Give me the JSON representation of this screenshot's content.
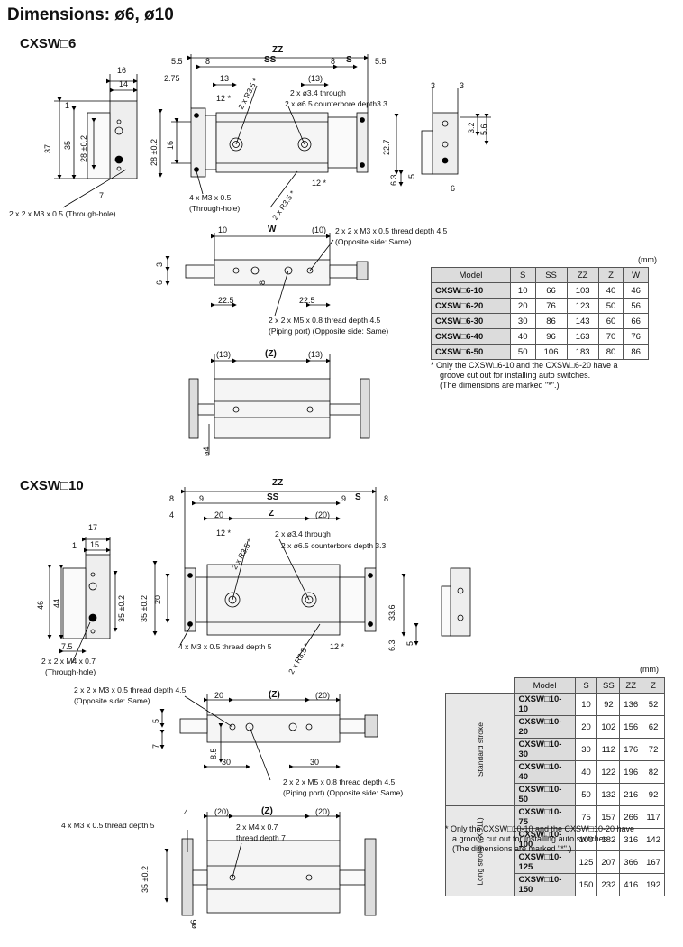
{
  "title": "Dimensions: ø6, ø10",
  "sections": {
    "s6": "CXSW□6",
    "s10": "CXSW□10"
  },
  "annotations6": {
    "zz": "ZZ",
    "ss": "SS",
    "s": "S",
    "d55a": "5.5",
    "d8a": "8",
    "d8b": "8",
    "d55b": "5.5",
    "d275": "2.75",
    "d13": "13",
    "d13p": "(13)",
    "d12s": "12 *",
    "r35a": "2 x R3.5 *",
    "thru": "2 x ø3.4 through",
    "cbore": "2 x ø6.5 counterbore depth3.3",
    "d16w": "16",
    "d14": "14",
    "d1": "1",
    "d37": "37",
    "d35": "35",
    "d28a": "28 ±0.2",
    "d28b": "28 ±0.2",
    "d16": "16",
    "d7": "7",
    "m3thru": "2 x 2 x M3 x 0.5 (Through-hole)",
    "m3x4": "4 x M3 x 0.5",
    "m3x4b": "(Through-hole)",
    "d12b": "12 *",
    "r35b": "2 x R3.5 *",
    "d3a": "3",
    "d3b": "3",
    "d32": "3.2",
    "d56": "5.6",
    "d227": "22.7",
    "d63": "6.3",
    "d5": "5",
    "d6": "6",
    "d10": "10",
    "w": "W",
    "d10p": "(10)",
    "thread45": "2 x 2 x M3 x 0.5 thread depth 4.5",
    "oppsame": "(Opposite side: Same)",
    "d3c": "3",
    "d6b": "6",
    "d8": "8",
    "d225a": "22.5",
    "d225b": "22.5",
    "m5": "2 x 2 x M5 x 0.8 thread depth 4.5",
    "piping": "(Piping port) (Opposite side: Same)",
    "d13c": "(13)",
    "zp": "(Z)",
    "d13d": "(13)",
    "phi4": "ø4"
  },
  "annotations10": {
    "zz": "ZZ",
    "d8a": "8",
    "d9a": "9",
    "ss": "SS",
    "d9b": "9",
    "s": "S",
    "d8b": "8",
    "d4": "4",
    "d20": "20",
    "z": "Z",
    "d20p": "(20)",
    "d17": "17",
    "d15": "15",
    "d1": "1",
    "d12s": "12 *",
    "r35a": "2 x R3.5 *",
    "thru": "2 x ø3.4 through",
    "cbore": "2 x ø6.5 counterbore depth 3.3",
    "d46": "46",
    "d44": "44",
    "d35a": "35 ±0.2",
    "d35b": "35 ±0.2",
    "d20v": "20",
    "d75": "7.5",
    "m4": "2 x 2 x M4 x 0.7",
    "m4b": "(Through-hole)",
    "m3d5": "4 x M3 x 0.5 thread depth 5",
    "r35b": "2 x R3.5 *",
    "d12b": "12 *",
    "d336": "33.6",
    "d63": "6.3",
    "d5": "5",
    "m3t": "2 x 2 x M3 x 0.5 thread depth 4.5",
    "opp": "(Opposite side: Same)",
    "d20c": "20",
    "zp": "(Z)",
    "d20d": "(20)",
    "d5b": "5",
    "d7": "7",
    "d85": "8.5",
    "d30a": "30",
    "d30b": "30",
    "m5": "2 x 2 x M5 x 0.8 thread depth 4.5",
    "piping": "(Piping port) (Opposite side: Same)",
    "m3d5b": "4 x M3 x 0.5 thread depth 5",
    "d4b": "4",
    "d20e": "(20)",
    "zp2": "(Z)",
    "d20f": "(20)",
    "m4c": "2 x M4 x 0.7",
    "m4d": "thread depth 7",
    "d35c": "35 ±0.2",
    "phi6": "ø6"
  },
  "table6": {
    "unit": "(mm)",
    "headers": [
      "Model",
      "S",
      "SS",
      "ZZ",
      "Z",
      "W"
    ],
    "rows": [
      [
        "CXSW□6-10",
        "10",
        "66",
        "103",
        "40",
        "46"
      ],
      [
        "CXSW□6-20",
        "20",
        "76",
        "123",
        "50",
        "56"
      ],
      [
        "CXSW□6-30",
        "30",
        "86",
        "143",
        "60",
        "66"
      ],
      [
        "CXSW□6-40",
        "40",
        "96",
        "163",
        "70",
        "76"
      ],
      [
        "CXSW□6-50",
        "50",
        "106",
        "183",
        "80",
        "86"
      ]
    ],
    "note1": "* Only the CXSW□6-10 and the CXSW□6-20 have a",
    "note2": "groove cut out for installing auto switches.",
    "note3": "(The dimensions are marked \"*\".)"
  },
  "table10": {
    "unit": "(mm)",
    "headers": [
      "Model",
      "S",
      "SS",
      "ZZ",
      "Z"
    ],
    "group1": "Standard stroke",
    "group2": "Long stroke (-XB11)",
    "rows": [
      [
        "CXSW□10-10",
        "10",
        "92",
        "136",
        "52"
      ],
      [
        "CXSW□10-20",
        "20",
        "102",
        "156",
        "62"
      ],
      [
        "CXSW□10-30",
        "30",
        "112",
        "176",
        "72"
      ],
      [
        "CXSW□10-40",
        "40",
        "122",
        "196",
        "82"
      ],
      [
        "CXSW□10-50",
        "50",
        "132",
        "216",
        "92"
      ],
      [
        "CXSW□10-75",
        "75",
        "157",
        "266",
        "117"
      ],
      [
        "CXSW□10-100",
        "100",
        "182",
        "316",
        "142"
      ],
      [
        "CXSW□10-125",
        "125",
        "207",
        "366",
        "167"
      ],
      [
        "CXSW□10-150",
        "150",
        "232",
        "416",
        "192"
      ]
    ],
    "note1": "* Only the CXSW□10-10 and the CXSW□10-20 have",
    "note2": "a groove cut out for installing auto switches.",
    "note3": "(The dimensions are marked \"*\".)"
  }
}
